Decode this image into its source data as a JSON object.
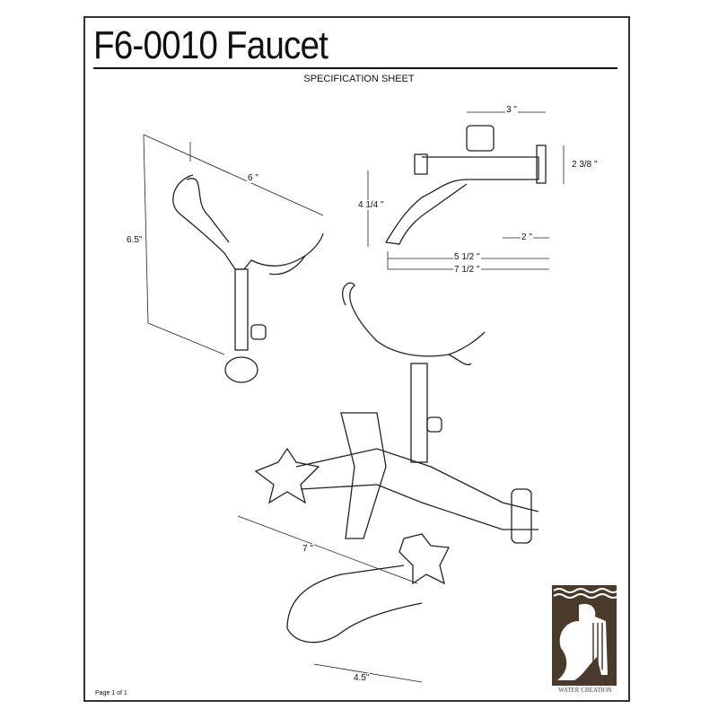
{
  "header": {
    "title": "F6-0010 Faucet",
    "subtitle": "SPECIFICATION SHEET"
  },
  "dimensions": {
    "hook_width": "6 \"",
    "hook_height": "6.5\"",
    "top_width": "3 \"",
    "side_height": "2 3/8 \"",
    "spout_height": "4 1/4 \"",
    "outlet_offset": "2 \"",
    "spout_reach": "5 1/2 \"",
    "overall_length": "7 1/2 \"",
    "center_spacing": "7 \"",
    "spout_length": "4.5\""
  },
  "footer": {
    "page": "Page 1 of 1"
  },
  "logo": {
    "brand": "WATER CREATION",
    "color": "#4a3a2c"
  }
}
